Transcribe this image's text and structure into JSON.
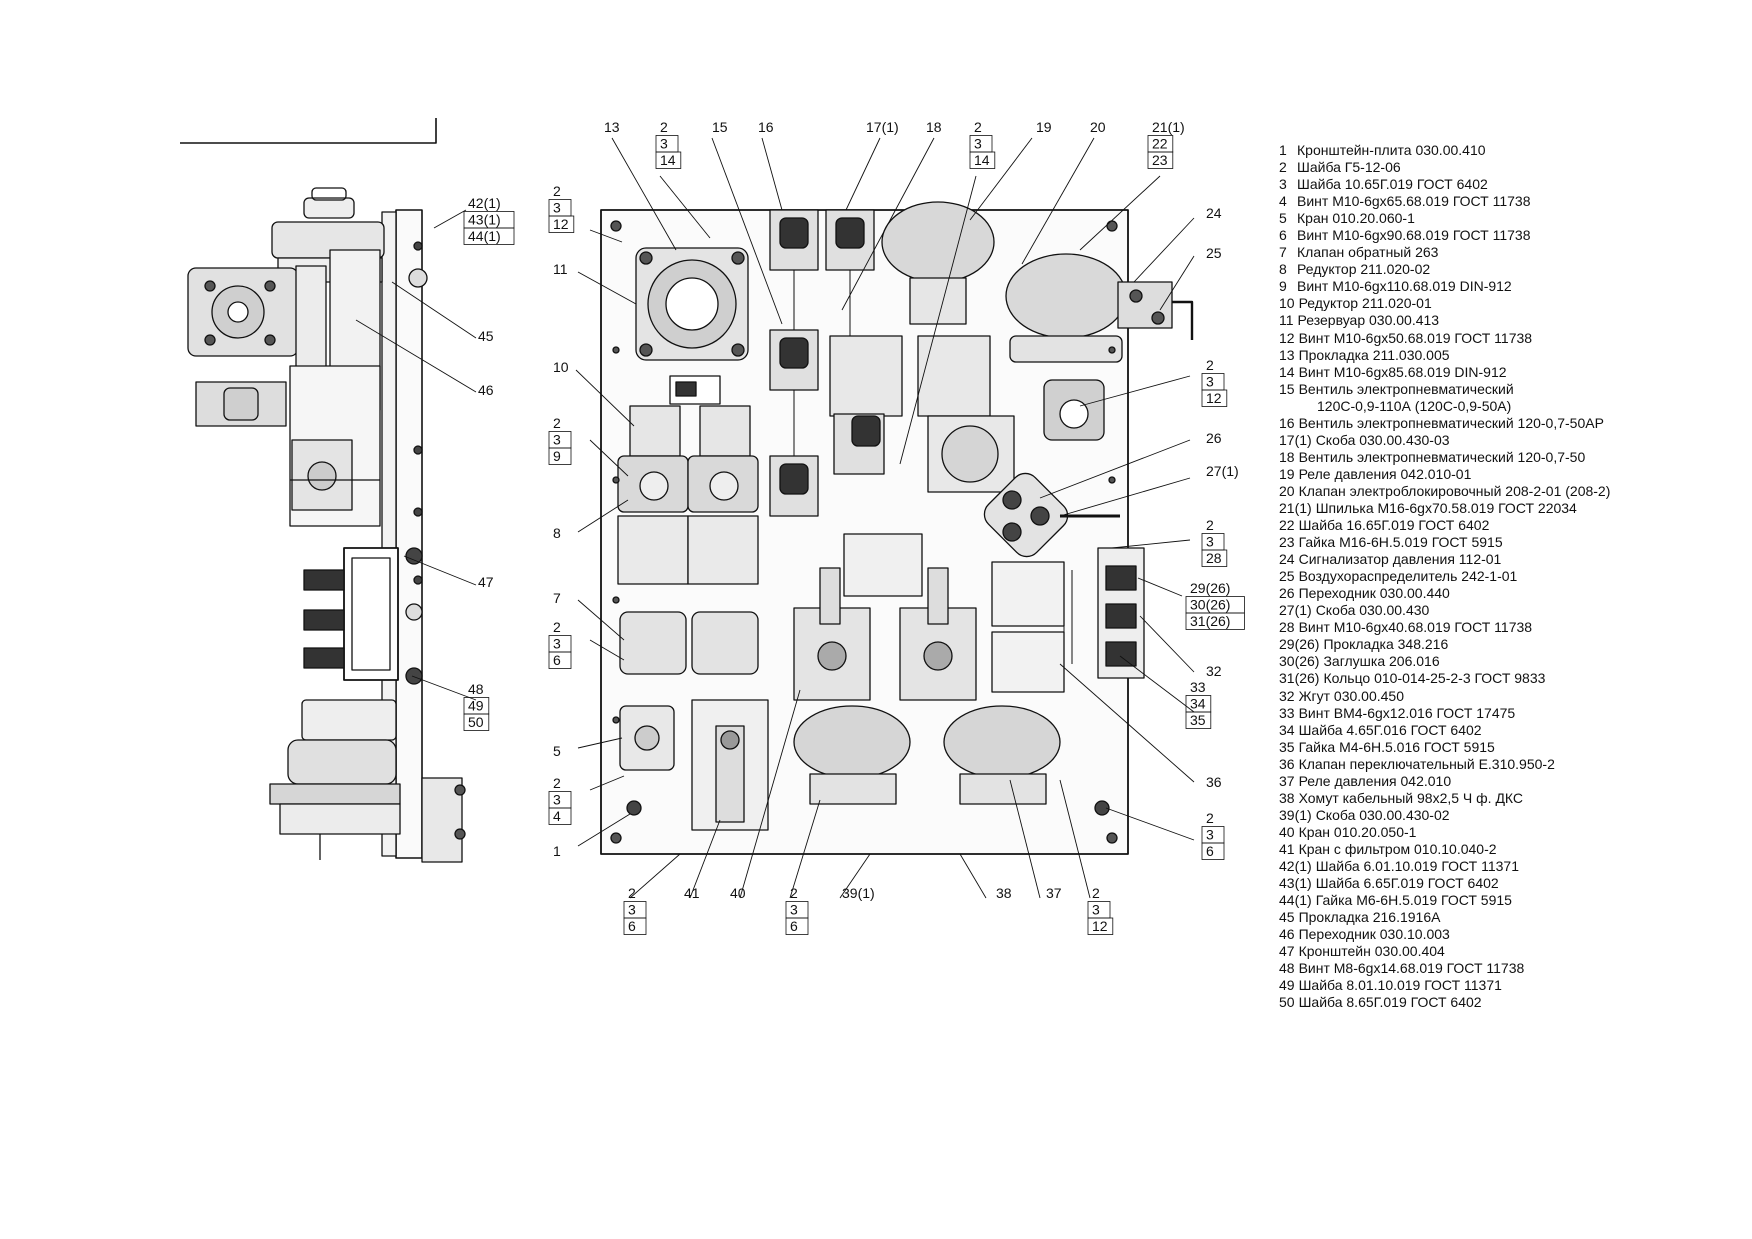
{
  "side_view": {
    "callouts": [
      {
        "lines": [
          "42(1)",
          "43(1)",
          "44(1)"
        ]
      },
      {
        "lines": [
          "45"
        ]
      },
      {
        "lines": [
          "46"
        ]
      },
      {
        "lines": [
          "47"
        ]
      },
      {
        "lines": [
          "48",
          "49",
          "50"
        ]
      }
    ]
  },
  "front_view": {
    "top_callouts": [
      {
        "lines": [
          "13"
        ]
      },
      {
        "lines": [
          "2",
          "3",
          "14"
        ]
      },
      {
        "lines": [
          "15"
        ]
      },
      {
        "lines": [
          "16"
        ]
      },
      {
        "lines": [
          "17(1)"
        ]
      },
      {
        "lines": [
          "18"
        ]
      },
      {
        "lines": [
          "2",
          "3",
          "14"
        ]
      },
      {
        "lines": [
          "19"
        ]
      },
      {
        "lines": [
          "20"
        ]
      },
      {
        "lines": [
          "21(1)",
          "22",
          "23"
        ]
      }
    ],
    "left_callouts": [
      {
        "lines": [
          "2",
          "3",
          "12"
        ]
      },
      {
        "lines": [
          "11"
        ]
      },
      {
        "lines": [
          "10"
        ]
      },
      {
        "lines": [
          "2",
          "3",
          "9"
        ]
      },
      {
        "lines": [
          "8"
        ]
      },
      {
        "lines": [
          "7"
        ]
      },
      {
        "lines": [
          "2",
          "3",
          "6"
        ]
      },
      {
        "lines": [
          "5"
        ]
      },
      {
        "lines": [
          "2",
          "3",
          "4"
        ]
      },
      {
        "lines": [
          "1"
        ]
      }
    ],
    "right_callouts": [
      {
        "lines": [
          "24"
        ]
      },
      {
        "lines": [
          "25"
        ]
      },
      {
        "lines": [
          "2",
          "3",
          "12"
        ]
      },
      {
        "lines": [
          "26"
        ]
      },
      {
        "lines": [
          "27(1)"
        ]
      },
      {
        "lines": [
          "2",
          "3",
          "28"
        ]
      },
      {
        "lines": [
          "29(26)",
          "30(26)",
          "31(26)"
        ]
      },
      {
        "lines": [
          "32"
        ]
      },
      {
        "lines": [
          "33",
          "34",
          "35"
        ]
      },
      {
        "lines": [
          "36"
        ]
      },
      {
        "lines": [
          "2",
          "3",
          "6"
        ]
      }
    ],
    "bottom_callouts": [
      {
        "lines": [
          "2",
          "3",
          "6"
        ]
      },
      {
        "lines": [
          "41"
        ]
      },
      {
        "lines": [
          "40"
        ]
      },
      {
        "lines": [
          "2",
          "3",
          "6"
        ]
      },
      {
        "lines": [
          "39(1)"
        ]
      },
      {
        "lines": [
          "38"
        ]
      },
      {
        "lines": [
          "37"
        ]
      },
      {
        "lines": [
          "2",
          "3",
          "12"
        ]
      }
    ]
  },
  "parts_list": [
    {
      "num": "1",
      "desc": "Кронштейн-плита 030.00.410"
    },
    {
      "num": "2",
      "desc": "Шайба Г5-12-06"
    },
    {
      "num": "3",
      "desc": "Шайба 10.65Г.019 ГОСТ 6402"
    },
    {
      "num": "4",
      "desc": "Винт М10-6gx65.68.019 ГОСТ 11738"
    },
    {
      "num": "5",
      "desc": "Кран 010.20.060-1"
    },
    {
      "num": "6",
      "desc": "Винт М10-6gx90.68.019 ГОСТ 11738"
    },
    {
      "num": "7",
      "desc": "Клапан обратный 263"
    },
    {
      "num": "8",
      "desc": "Редуктор 211.020-02"
    },
    {
      "num": "9",
      "desc": "Винт М10-6gx110.68.019 DIN-912"
    },
    {
      "num": "10",
      "desc": "Редуктор 211.020-01"
    },
    {
      "num": "11",
      "desc": "Резервуар 030.00.413"
    },
    {
      "num": "12",
      "desc": "Винт М10-6gx50.68.019 ГОСТ 11738"
    },
    {
      "num": "13",
      "desc": "Прокладка 211.030.005"
    },
    {
      "num": "14",
      "desc": "Винт М10-6gx85.68.019 DIN-912"
    },
    {
      "num": "15",
      "desc": "Вентиль электропневматический",
      "sub": "120С-0,9-110А (120С-0,9-50А)"
    },
    {
      "num": "16",
      "desc": "Вентиль электропневматический 120-0,7-50АР"
    },
    {
      "num": "17(1)",
      "desc": "Скоба 030.00.430-03"
    },
    {
      "num": "18",
      "desc": "Вентиль электропневматический 120-0,7-50"
    },
    {
      "num": "19",
      "desc": "Реле давления 042.010-01"
    },
    {
      "num": "20",
      "desc": "Клапан электроблокировочный 208-2-01 (208-2)"
    },
    {
      "num": "21(1)",
      "desc": "Шпилька М16-6gx70.58.019 ГОСТ 22034"
    },
    {
      "num": "22",
      "desc": "Шайба 16.65Г.019 ГОСТ 6402"
    },
    {
      "num": "23",
      "desc": "Гайка М16-6Н.5.019 ГОСТ 5915"
    },
    {
      "num": "24",
      "desc": "Сигнализатор давления 112-01"
    },
    {
      "num": "25",
      "desc": "Воздухораспределитель 242-1-01"
    },
    {
      "num": "26",
      "desc": "Переходник 030.00.440"
    },
    {
      "num": "27(1)",
      "desc": "Скоба 030.00.430"
    },
    {
      "num": "28",
      "desc": "Винт М10-6gx40.68.019 ГОСТ 11738"
    },
    {
      "num": "29(26)",
      "desc": "Прокладка 348.216"
    },
    {
      "num": "30(26)",
      "desc": "Заглушка 206.016"
    },
    {
      "num": "31(26)",
      "desc": "Кольцо 010-014-25-2-3 ГОСТ 9833"
    },
    {
      "num": "32",
      "desc": "Жгут 030.00.450"
    },
    {
      "num": "33",
      "desc": "Винт ВМ4-6gx12.016 ГОСТ 17475"
    },
    {
      "num": "34",
      "desc": "Шайба 4.65Г.016 ГОСТ 6402"
    },
    {
      "num": "35",
      "desc": "Гайка М4-6Н.5.016 ГОСТ 5915"
    },
    {
      "num": "36",
      "desc": "Клапан переключательный Е.310.950-2"
    },
    {
      "num": "37",
      "desc": "Реле давления 042.010"
    },
    {
      "num": "38",
      "desc": "Хомут кабельный 98х2,5 Ч ф. ДКС"
    },
    {
      "num": "39(1)",
      "desc": "Скоба 030.00.430-02"
    },
    {
      "num": "40",
      "desc": "Кран 010.20.050-1"
    },
    {
      "num": "41",
      "desc": "Кран с фильтром 010.10.040-2"
    },
    {
      "num": "42(1)",
      "desc": "Шайба 6.01.10.019 ГОСТ 11371"
    },
    {
      "num": "43(1)",
      "desc": "Шайба 6.65Г.019 ГОСТ 6402"
    },
    {
      "num": "44(1)",
      "desc": "Гайка М6-6Н.5.019 ГОСТ 5915"
    },
    {
      "num": "45",
      "desc": "Прокладка 216.1916А"
    },
    {
      "num": "46",
      "desc": "Переходник 030.10.003"
    },
    {
      "num": "47",
      "desc": "Кронштейн 030.00.404"
    },
    {
      "num": "48",
      "desc": "Винт М8-6gx14.68.019 ГОСТ 11738"
    },
    {
      "num": "49",
      "desc": "Шайба 8.01.10.019 ГОСТ 11371"
    },
    {
      "num": "50",
      "desc": "Шайба 8.65Г.019 ГОСТ 6402"
    }
  ]
}
